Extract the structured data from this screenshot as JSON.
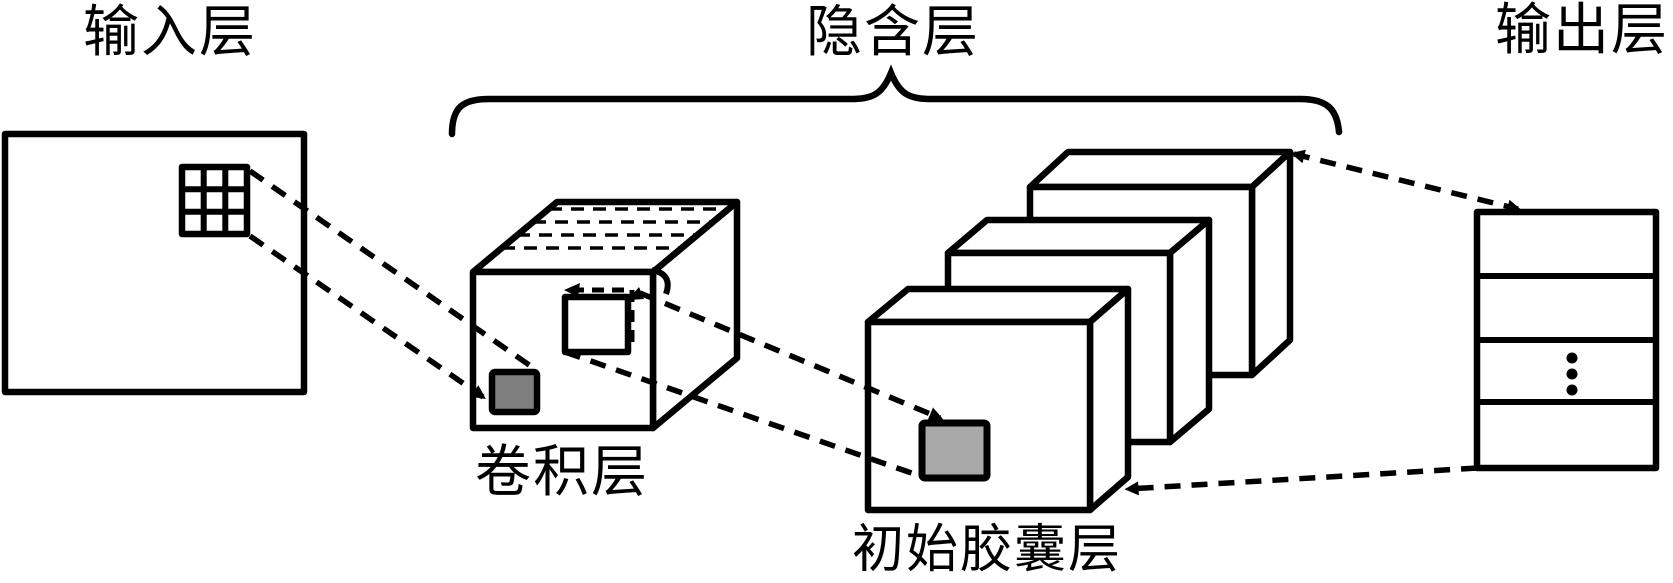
{
  "diagram": {
    "labels": {
      "input_layer": "输入层",
      "hidden_layer": "隐含层",
      "output_layer": "输出层",
      "conv_layer": "卷积层",
      "primary_capsule_layer": "初始胶囊层"
    },
    "colors": {
      "stroke": "#000000",
      "background": "#ffffff",
      "conv_patch_fill": "#7f7f7f",
      "caps_patch_fill": "#a9a9a9"
    },
    "icons": {
      "ellipsis": "vertical-ellipsis"
    }
  }
}
